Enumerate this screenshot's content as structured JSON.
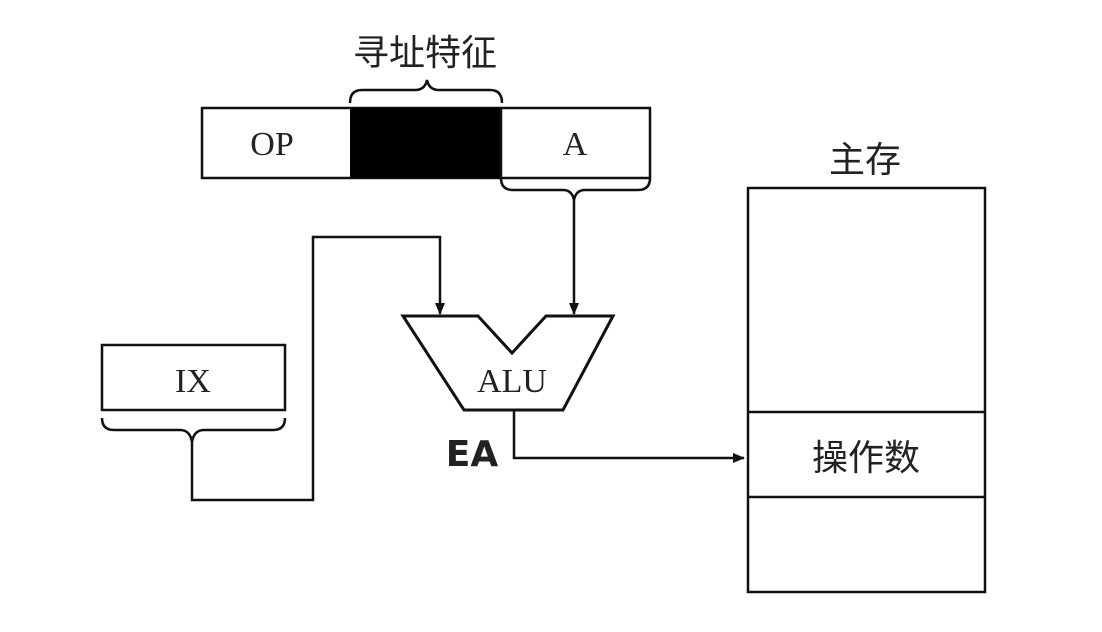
{
  "diagram": {
    "addressing_feature_label": "寻址特征",
    "instruction": {
      "op_label": "OP",
      "a_label": "A"
    },
    "index_register_label": "IX",
    "alu_label": "ALU",
    "ea_label": "EA",
    "memory": {
      "title": "主存",
      "operand_label": "操作数"
    }
  }
}
